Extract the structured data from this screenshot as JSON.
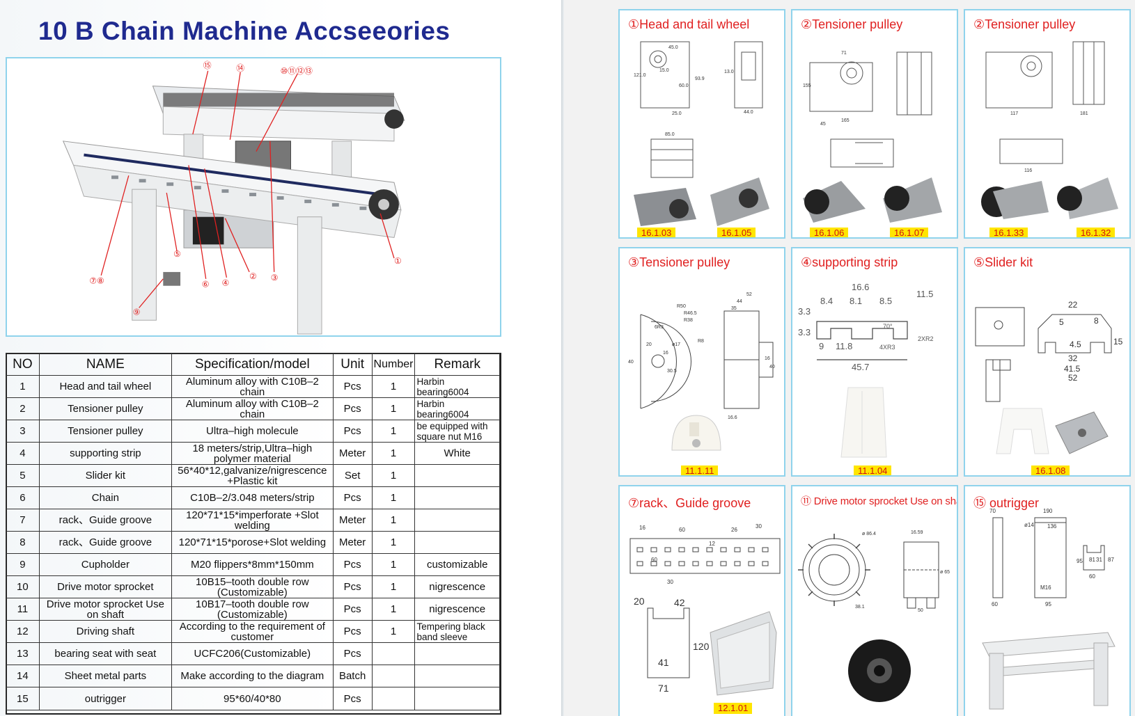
{
  "title": "10 B Chain Machine Accseeories",
  "photo_callouts": [
    "⑮",
    "⑭",
    "⑩⑪⑫⑬",
    "①",
    "②",
    "③",
    "④",
    "⑤",
    "⑥",
    "⑦⑧",
    "⑨"
  ],
  "table": {
    "headers": [
      "NO",
      "NAME",
      "Specification/model",
      "Unit",
      "Number",
      "Remark"
    ],
    "rows": [
      {
        "no": "1",
        "name": "Head and tail wheel",
        "spec": "Aluminum alloy with C10B–2 chain",
        "unit": "Pcs",
        "number": "1",
        "remark": "Harbin bearing6004"
      },
      {
        "no": "2",
        "name": "Tensioner pulley",
        "spec": "Aluminum alloy with C10B–2 chain",
        "unit": "Pcs",
        "number": "1",
        "remark": "Harbin bearing6004"
      },
      {
        "no": "3",
        "name": "Tensioner pulley",
        "spec": "Ultra–high molecule",
        "unit": "Pcs",
        "number": "1",
        "remark": "be equipped with square nut M16"
      },
      {
        "no": "4",
        "name": "supporting strip",
        "spec": "18 meters/strip,Ultra–high polymer material",
        "unit": "Meter",
        "number": "1",
        "remark": "White"
      },
      {
        "no": "5",
        "name": "Slider kit",
        "spec": "56*40*12,galvanize/nigrescence +Plastic kit",
        "unit": "Set",
        "number": "1",
        "remark": ""
      },
      {
        "no": "6",
        "name": "Chain",
        "spec": "C10B–2/3.048 meters/strip",
        "unit": "Pcs",
        "number": "1",
        "remark": ""
      },
      {
        "no": "7",
        "name": "rack、Guide groove",
        "spec": "120*71*15*imperforate +Slot welding",
        "unit": "Meter",
        "number": "1",
        "remark": ""
      },
      {
        "no": "8",
        "name": "rack、Guide groove",
        "spec": "120*71*15*porose+Slot welding",
        "unit": "Meter",
        "number": "1",
        "remark": ""
      },
      {
        "no": "9",
        "name": "Cupholder",
        "spec": "M20 flippers*8mm*150mm",
        "unit": "Pcs",
        "number": "1",
        "remark": "customizable"
      },
      {
        "no": "10",
        "name": "Drive motor sprocket",
        "spec": "10B15–tooth double row (Customizable)",
        "unit": "Pcs",
        "number": "1",
        "remark": "nigrescence"
      },
      {
        "no": "11",
        "name": "Drive motor sprocket Use on shaft",
        "spec": "10B17–tooth double row (Customizable)",
        "unit": "Pcs",
        "number": "1",
        "remark": "nigrescence"
      },
      {
        "no": "12",
        "name": "Driving shaft",
        "spec": "According to the requirement of customer",
        "unit": "Pcs",
        "number": "1",
        "remark": "Tempering black band sleeve"
      },
      {
        "no": "13",
        "name": "bearing seat with seat",
        "spec": "UCFC206(Customizable)",
        "unit": "Pcs",
        "number": "",
        "remark": ""
      },
      {
        "no": "14",
        "name": "Sheet metal parts",
        "spec": "Make according to the diagram",
        "unit": "Batch",
        "number": "",
        "remark": ""
      },
      {
        "no": "15",
        "name": "outrigger",
        "spec": "95*60/40*80",
        "unit": "Pcs",
        "number": "",
        "remark": ""
      }
    ]
  },
  "panels": [
    {
      "title": "①Head and tail wheel",
      "codes": [
        "16.1.03",
        "16.1.05"
      ],
      "dims": [
        "45.0",
        "15.0",
        "121.0",
        "60.0",
        "93.9",
        "25.0",
        "13.0",
        "44.0",
        "85.0"
      ]
    },
    {
      "title": "②Tensioner pulley",
      "codes": [
        "16.1.06",
        "16.1.07"
      ],
      "dims": [
        "71",
        "155",
        "165",
        "45"
      ]
    },
    {
      "title": "②Tensioner pulley",
      "codes": [
        "16.1.33",
        "16.1.32"
      ],
      "dims": [
        "117",
        "181",
        "116"
      ]
    },
    {
      "title": "③Tensioner pulley",
      "codes": [
        "11.1.11"
      ],
      "dims": [
        "R50",
        "R46.5",
        "R38",
        "6R3",
        "R8",
        "20",
        "ø17",
        "16",
        "30.5",
        "40",
        "52",
        "44",
        "35",
        "16",
        "40",
        "16.6"
      ]
    },
    {
      "title": "④supporting strip",
      "codes": [
        "11.1.04"
      ],
      "dims": [
        "16.6",
        "8.4",
        "8.1",
        "8.5",
        "11.5",
        "3.3",
        "3.3",
        "9",
        "11.8",
        "45.7",
        "4XR3",
        "2XR2",
        "70°"
      ]
    },
    {
      "title": "⑤Slider kit",
      "codes": [
        "16.1.08"
      ],
      "dims": [
        "22",
        "5",
        "8",
        "4.5",
        "15",
        "32",
        "41.5",
        "52"
      ]
    },
    {
      "title": "⑦rack、Guide groove",
      "codes": [
        "12.1.01"
      ],
      "dims": [
        "16",
        "60",
        "26",
        "30",
        "12",
        "60",
        "30",
        "20",
        "42",
        "120",
        "41",
        "71"
      ]
    },
    {
      "title": "⑪ Drive motor sprocket Use on shaft",
      "codes": [],
      "dims": [
        "ø 86.4",
        "16.59",
        "ø 65",
        "38.1",
        "50"
      ]
    },
    {
      "title": "⑮ outrigger",
      "codes": [],
      "dims": [
        "70",
        "190",
        "ø14",
        "136",
        "95",
        "81",
        "31",
        "87",
        "60",
        "M16",
        "60",
        "95"
      ]
    }
  ]
}
